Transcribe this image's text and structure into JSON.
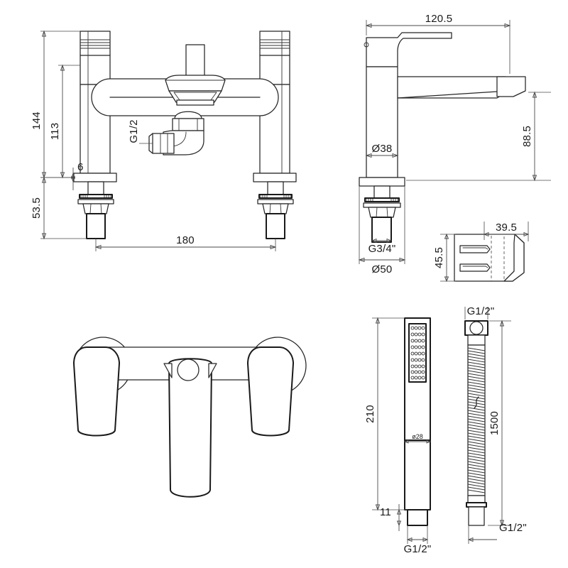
{
  "document": {
    "type": "technical-drawing",
    "subject": "Bath shower mixer tap with handset and hose",
    "units": "mm",
    "background_color": "#ffffff",
    "line_color": "#262626",
    "text_color": "#1a1a1a"
  },
  "views": [
    {
      "id": "front-elevation",
      "name": "Deck mounted bath shower mixer - front elevation"
    },
    {
      "id": "side-elevation",
      "name": "Single pillar side elevation"
    },
    {
      "id": "wall-bracket",
      "name": "Handset wall bracket detail"
    },
    {
      "id": "plan-view",
      "name": "Bath shower mixer - plan view"
    },
    {
      "id": "handset",
      "name": "Shower handset"
    },
    {
      "id": "hose",
      "name": "Flexible shower hose"
    }
  ],
  "dimensions": {
    "front_elevation": {
      "height_total": "144",
      "height_body": "113",
      "flange_thickness": "6",
      "tail_length": "53.5",
      "centres": "180",
      "outlet_thread": "G1/2"
    },
    "side_elevation": {
      "spout_reach": "120.5",
      "spout_height": "88.5",
      "body_diameter": "Ø38",
      "base_diameter": "Ø50",
      "inlet_thread": "G3/4\""
    },
    "wall_bracket": {
      "width": "39.5",
      "height": "45.5"
    },
    "handset": {
      "length": "210",
      "handle_diameter": "ø28",
      "connector_length": "11",
      "connector_thread": "G1/2\""
    },
    "hose": {
      "length": "1500",
      "thread_top": "G1/2\"",
      "thread_bottom": "G1/2\""
    }
  },
  "labels": [
    {
      "id": "d-144",
      "text": "144",
      "view": "front-elevation"
    },
    {
      "id": "d-113",
      "text": "113",
      "view": "front-elevation"
    },
    {
      "id": "d-6",
      "text": "6",
      "view": "front-elevation"
    },
    {
      "id": "d-53-5",
      "text": "53.5",
      "view": "front-elevation"
    },
    {
      "id": "d-180",
      "text": "180",
      "view": "front-elevation"
    },
    {
      "id": "d-g12",
      "text": "G1/2",
      "view": "front-elevation"
    },
    {
      "id": "d-120-5",
      "text": "120.5",
      "view": "side-elevation"
    },
    {
      "id": "d-88-5",
      "text": "88.5",
      "view": "side-elevation"
    },
    {
      "id": "d-od38",
      "text": "Ø38",
      "view": "side-elevation"
    },
    {
      "id": "d-g34",
      "text": "G3/4\"",
      "view": "side-elevation"
    },
    {
      "id": "d-od50",
      "text": "Ø50",
      "view": "side-elevation"
    },
    {
      "id": "d-39-5",
      "text": "39.5",
      "view": "wall-bracket"
    },
    {
      "id": "d-45-5",
      "text": "45.5",
      "view": "wall-bracket"
    },
    {
      "id": "d-210",
      "text": "210",
      "view": "handset"
    },
    {
      "id": "d-o28",
      "text": "ø28",
      "view": "handset"
    },
    {
      "id": "d-11",
      "text": "11",
      "view": "handset"
    },
    {
      "id": "d-g12-hs",
      "text": "G1/2\"",
      "view": "handset"
    },
    {
      "id": "d-g12-ht",
      "text": "G1/2\"",
      "view": "hose"
    },
    {
      "id": "d-1500",
      "text": "1500",
      "view": "hose"
    },
    {
      "id": "d-g12-hb",
      "text": "G1/2\"",
      "view": "hose"
    }
  ],
  "handset_spray": {
    "nozzle_rows": 9,
    "nozzle_cols": 4
  }
}
